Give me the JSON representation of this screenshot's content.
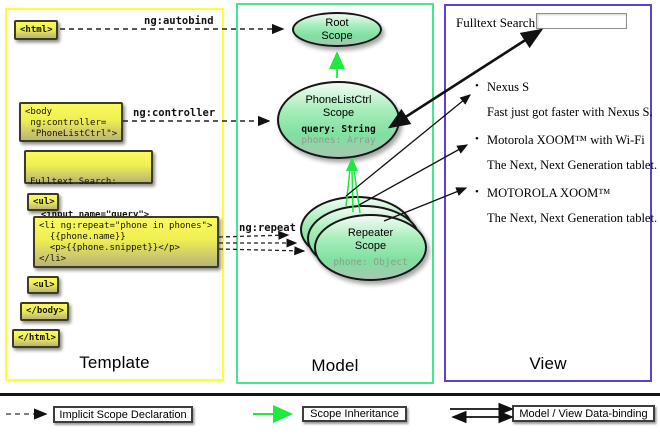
{
  "columns": {
    "template": {
      "title": "Template"
    },
    "model": {
      "title": "Model"
    },
    "view": {
      "title": "View"
    }
  },
  "template": {
    "html_open": "<html>",
    "body_open": "<body\n ng:controller=\n \"PhoneListCtrl\">",
    "fulltext_label": "Fulltext Search:",
    "fulltext_input": "  <input name=\"query\">",
    "ul_open": "<ul>",
    "li_repeat": "<li ng:repeat=\"phone in phones\">\n  {{phone.name}}\n  <p>{{phone.snippet}}</p>\n</li>",
    "ul_close": "<ul>",
    "body_close": "</body>",
    "html_close": "</html>"
  },
  "labels": {
    "ng_autobind": "ng:autobind",
    "ng_controller": "ng:controller",
    "ng_repeat": "ng:repeat"
  },
  "model": {
    "root_scope": {
      "line1": "Root",
      "line2": "Scope"
    },
    "phonelist_scope": {
      "line1": "PhoneListCtrl",
      "line2": "Scope",
      "prop_query": "query: String",
      "prop_phones": "phones: Array"
    },
    "repeater_scope": {
      "line1": "Repeater",
      "line2": "Scope",
      "prop_phone": "phone: Object"
    }
  },
  "view": {
    "search_label": "Fulltext Search:",
    "search_value": "",
    "items": [
      {
        "bullet": "•",
        "title": "Nexus S",
        "desc": "Fast just got faster with Nexus S."
      },
      {
        "bullet": "•",
        "title": "Motorola XOOM™  with Wi-Fi",
        "desc": "The Next, Next Generation tablet."
      },
      {
        "bullet": "•",
        "title": "MOTOROLA XOOM™",
        "desc": "The Next, Next Generation tablet."
      }
    ]
  },
  "legend": {
    "implicit": "Implicit Scope Declaration",
    "inheritance": "Scope Inheritance",
    "binding": "Model / View Data-binding"
  },
  "colors": {
    "template_border": "#ffff2e",
    "model_border": "#45e68e",
    "view_border": "#5b3fd6",
    "code_highlight": "#f0f055",
    "scope_fill": "#7fe0a0",
    "inheritance_arrow": "#1fe83f",
    "arrow_black": "#111111"
  }
}
